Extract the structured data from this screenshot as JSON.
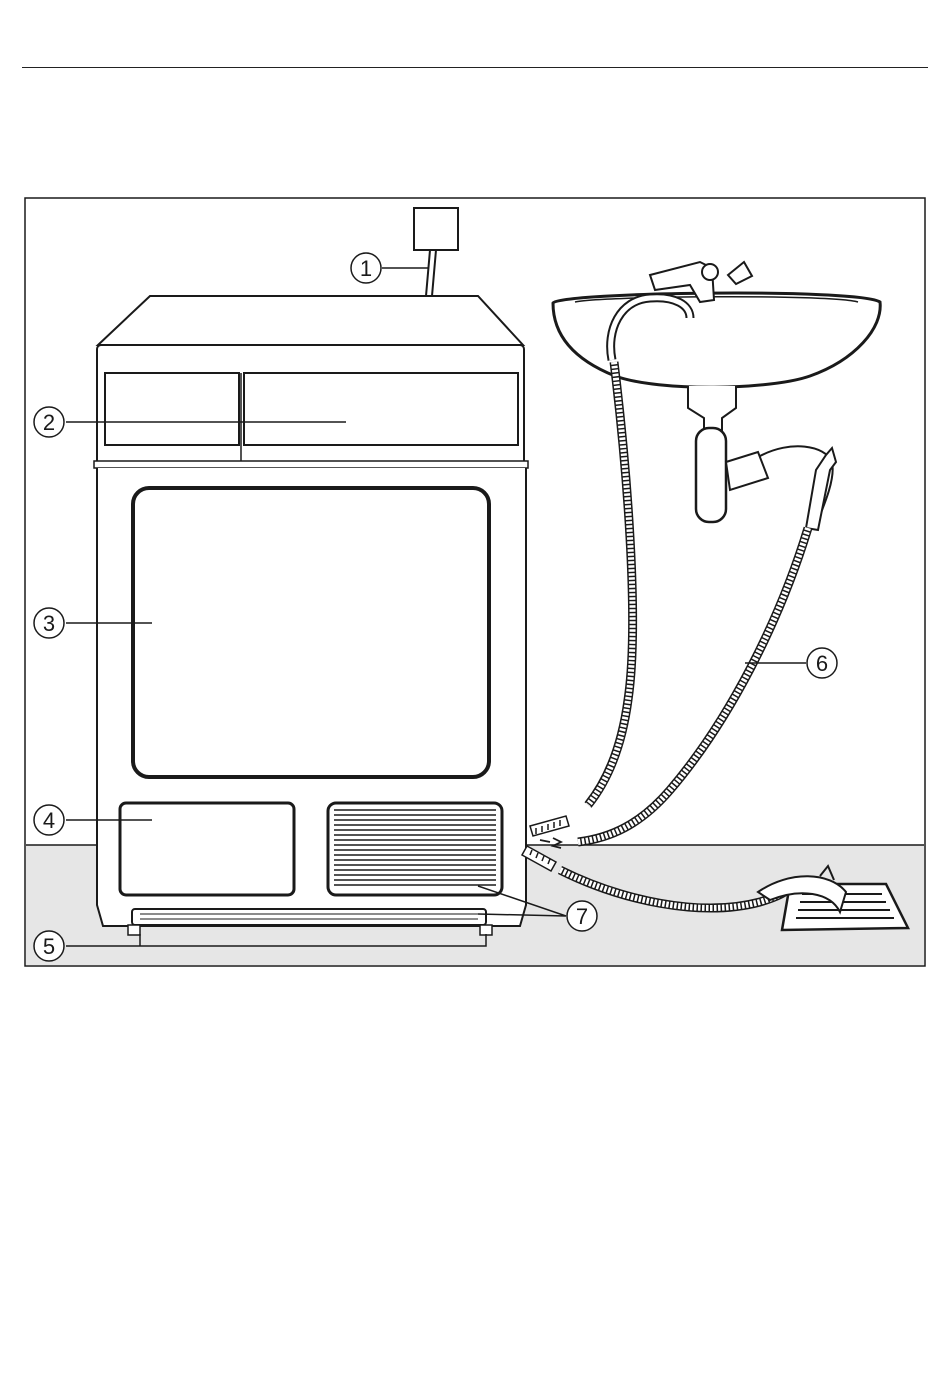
{
  "callouts": [
    {
      "id": 1,
      "label": "1"
    },
    {
      "id": 2,
      "label": "2"
    },
    {
      "id": 3,
      "label": "3"
    },
    {
      "id": 4,
      "label": "4"
    },
    {
      "id": 5,
      "label": "5"
    },
    {
      "id": 6,
      "label": "6"
    },
    {
      "id": 7,
      "label": "7"
    }
  ],
  "colors": {
    "stroke": "#1a1a1a",
    "floor": "#e6e6e6",
    "background": "#ffffff"
  }
}
